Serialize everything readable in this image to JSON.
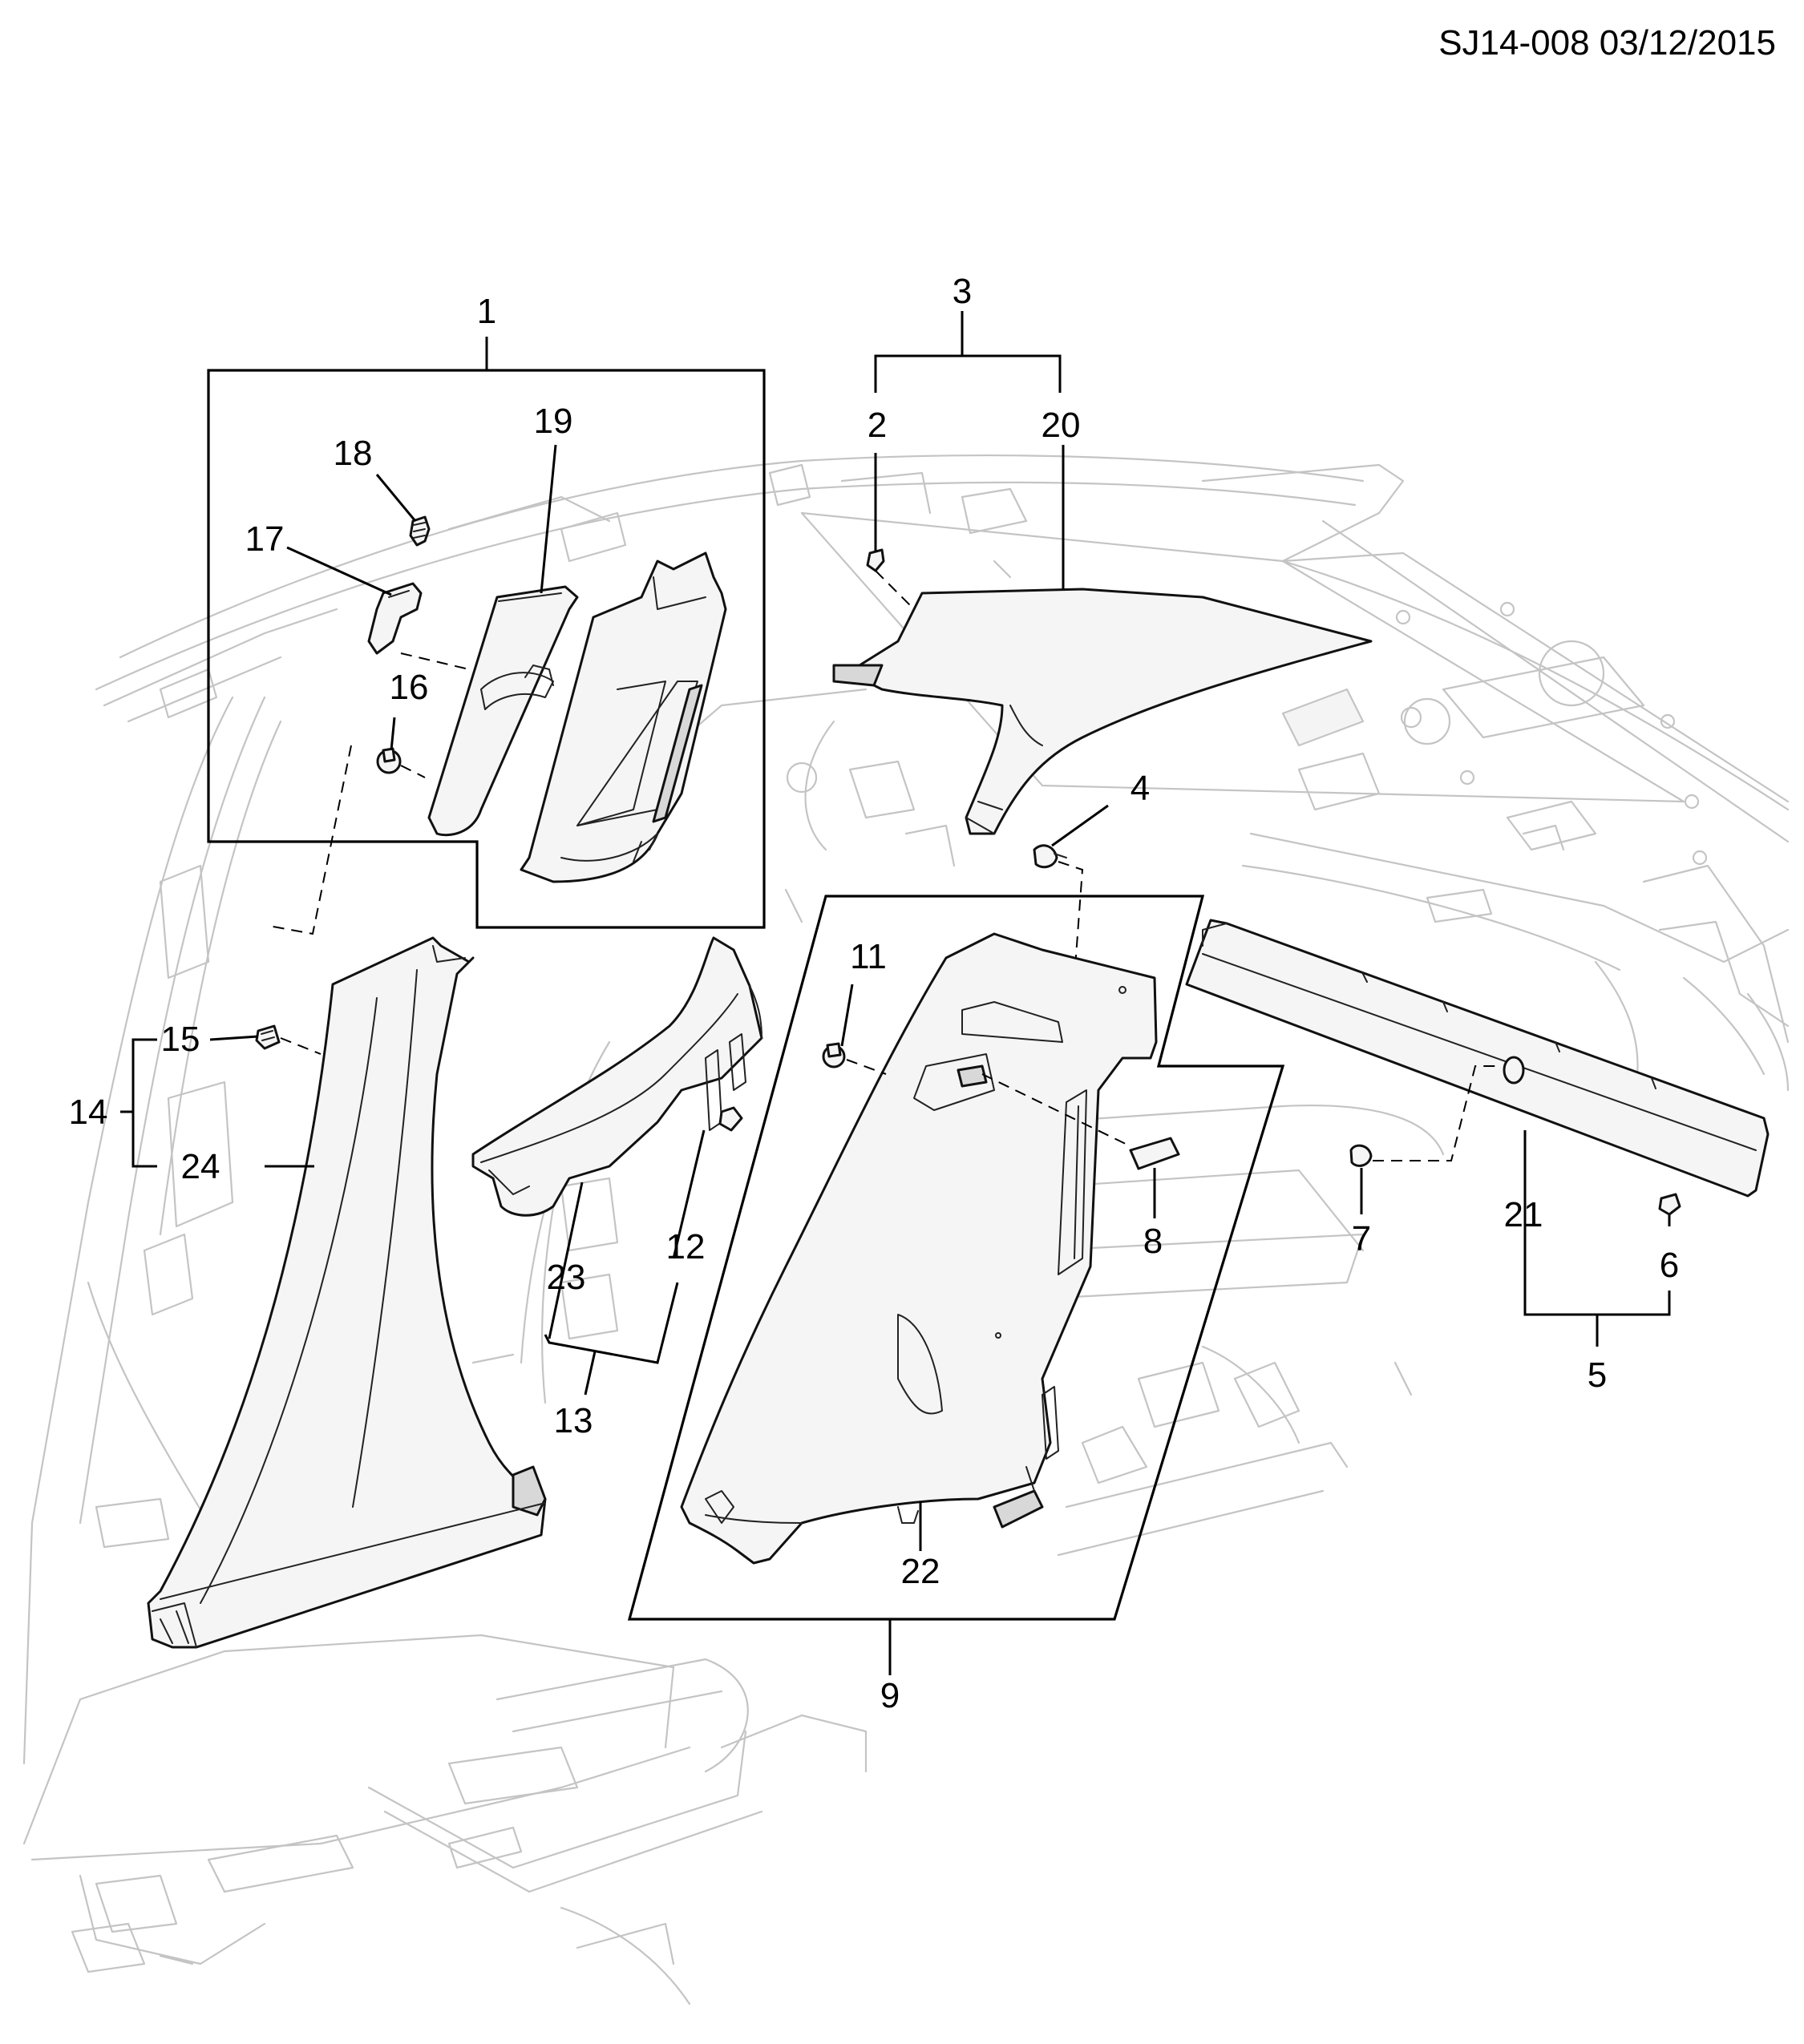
{
  "header": {
    "reference": "SJ14-008 03/12/2015"
  },
  "callouts": {
    "c1": "1",
    "c2": "2",
    "c3": "3",
    "c4": "4",
    "c5": "5",
    "c6": "6",
    "c7": "7",
    "c8": "8",
    "c9": "9",
    "c11": "11",
    "c12": "12",
    "c13": "13",
    "c14": "14",
    "c15": "15",
    "c16": "16",
    "c17": "17",
    "c18": "18",
    "c19": "19",
    "c20": "20",
    "c21": "21",
    "c22": "22",
    "c23": "23",
    "c24": "24"
  },
  "colors": {
    "ink": "#000000",
    "ghost_lines": "#c4c4c4",
    "part_fill": "#f5f5f5"
  }
}
